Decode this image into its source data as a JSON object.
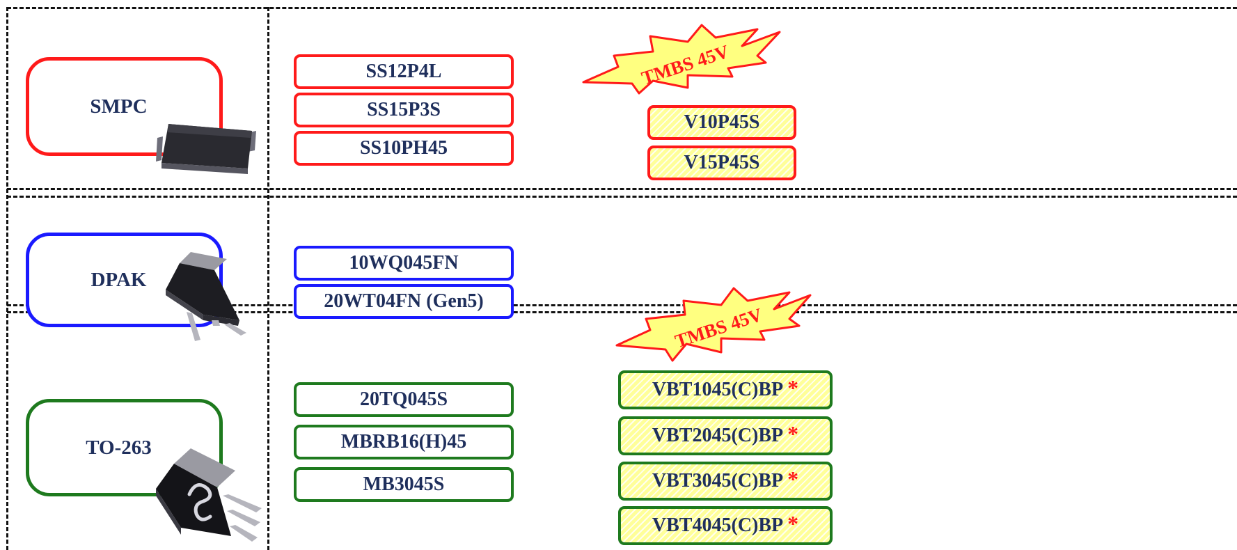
{
  "packages": [
    {
      "id": "smpc",
      "label": "SMPC",
      "color": "#ff1a1a"
    },
    {
      "id": "dpak",
      "label": "DPAK",
      "color": "#1a1aff"
    },
    {
      "id": "to263",
      "label": "TO-263",
      "color": "#1e7a1e"
    }
  ],
  "smpc_parts": [
    "SS12P4L",
    "SS15P3S",
    "SS10PH45"
  ],
  "smpc_tmbs_parts": [
    "V10P45S",
    "V15P45S"
  ],
  "dpak_parts": [
    "10WQ045FN",
    "20WT04FN (Gen5)"
  ],
  "to263_parts": [
    "20TQ045S",
    "MBRB16(H)45",
    "MB3045S"
  ],
  "to263_tmbs_parts": [
    "VBT1045(C)BP",
    "VBT2045(C)BP",
    "VBT3045(C)BP",
    "VBT4045(C)BP"
  ],
  "tmbs_burst_label": "TMBS 45V",
  "asterisk": "*",
  "colors": {
    "red": "#ff1a1a",
    "blue": "#1a1aff",
    "green": "#1e7a1e",
    "text": "#1f2f5c",
    "burst_fill": "#ffff80",
    "hatch": "#ffff99"
  }
}
